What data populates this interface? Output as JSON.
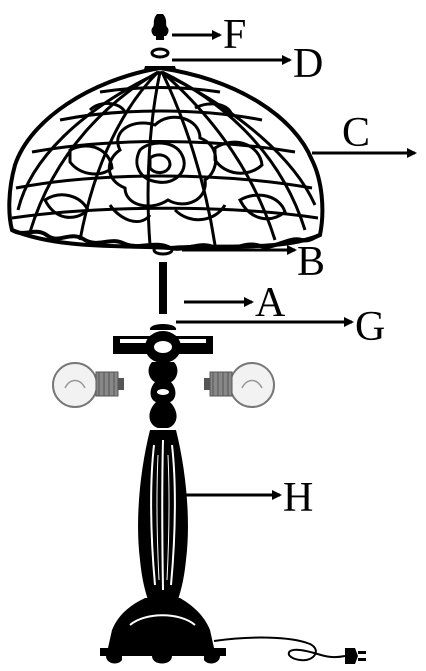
{
  "diagram": {
    "labels": {
      "F": "F",
      "D": "D",
      "C": "C",
      "B": "B",
      "A": "A",
      "G": "G",
      "H": "H"
    },
    "colors": {
      "ink": "#000000",
      "bulb_glass": "#f2f2f2",
      "bulb_outline": "#777777",
      "background": "#ffffff"
    }
  }
}
